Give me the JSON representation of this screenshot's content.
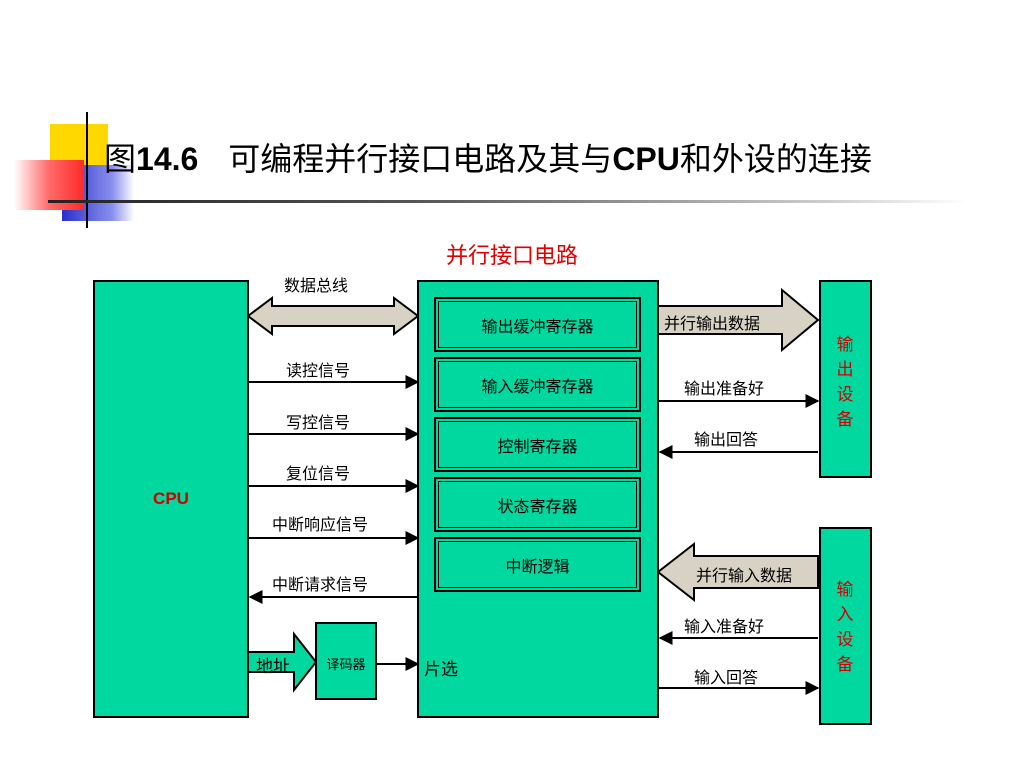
{
  "title": {
    "prefix": "图",
    "number": "14.6",
    "middle": "可编程并行接口电路及其与",
    "cpu": "CPU",
    "suffix": "和外设的连接"
  },
  "interface_title": "并行接口电路",
  "cpu_label": "CPU",
  "registers": [
    "输出缓冲寄存器",
    "输入缓冲寄存器",
    "控制寄存器",
    "状态寄存器",
    "中断逻辑"
  ],
  "bus_label": "数据总线",
  "control_signals": [
    "读控信号",
    "写控信号",
    "复位信号",
    "中断响应信号",
    "中断请求信号"
  ],
  "address_label": "地址",
  "decoder_label": "译码器",
  "chip_select_label": "片选",
  "output_side": {
    "data_label": "并行输出数据",
    "ready_label": "输出准备好",
    "ack_label": "输出回答",
    "device_chars": [
      "输",
      "出",
      "设",
      "备"
    ]
  },
  "input_side": {
    "data_label": "并行输入数据",
    "ready_label": "输入准备好",
    "ack_label": "输入回答",
    "device_chars": [
      "输",
      "入",
      "设",
      "备"
    ]
  },
  "colors": {
    "box_fill": "#00d8a0",
    "arrow_fill": "#d8d2c4",
    "title_red": "#e00000",
    "device_text": "#d00000"
  }
}
